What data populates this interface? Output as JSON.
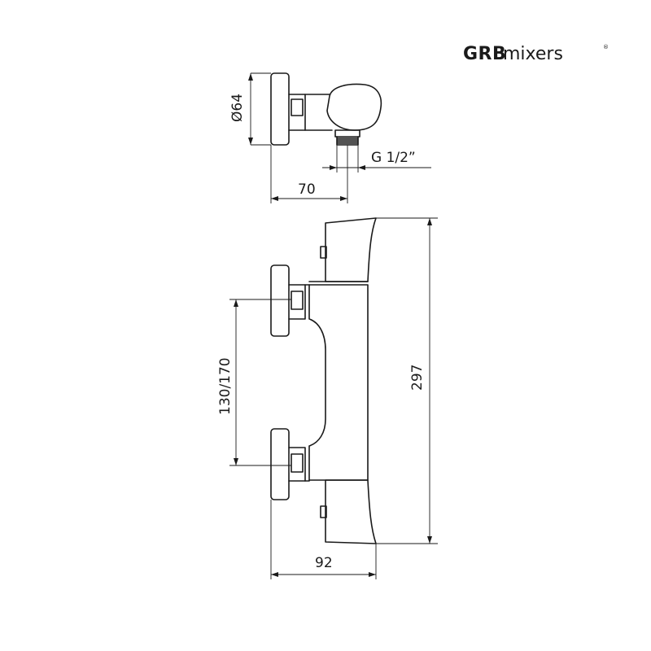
{
  "brand": {
    "name_bold": "GRB",
    "name_light": "mixers",
    "registered": "®"
  },
  "dimensions": {
    "diameter": "Ø64",
    "thread": "G 1/2”",
    "depth_top_view": "70",
    "spacing": "130/170",
    "height": "297",
    "depth": "92"
  }
}
